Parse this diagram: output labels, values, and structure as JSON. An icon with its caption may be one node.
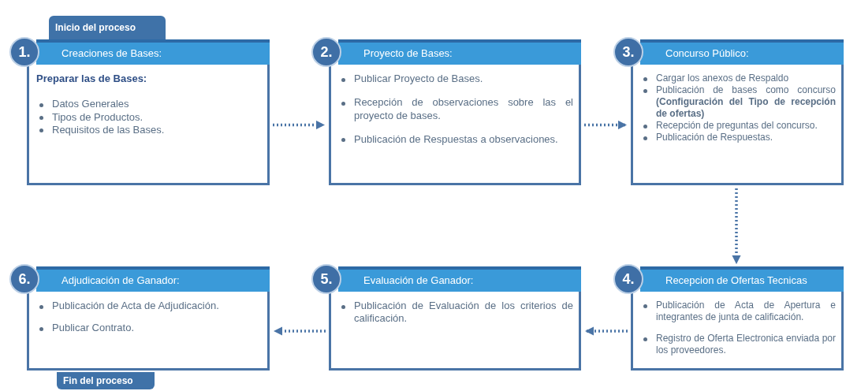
{
  "diagram": {
    "nodes": [
      {
        "text": [
          "Inicio del proceso"
        ]
      },
      {
        "text": [
          "1.",
          "Creaciones de Bases:",
          "Preparar las de Bases:",
          "Datos Generales",
          "Tipos de Productos.",
          "Requisitos de las Bases."
        ]
      },
      {
        "text": [
          "2.",
          "Proyecto de Bases:",
          "Publicar Proyecto de Bases.",
          "Recepción de observaciones sobre las el proyecto de bases.",
          "Publicación de Respuestas a observaciones."
        ]
      },
      {
        "text": [
          "3.",
          "Concurso Público:",
          "Cargar los anexos de Respaldo",
          "Publicación de bases como concurso **(Configuración del Tipo de recepción de ofertas)**",
          "Recepción de preguntas del concurso.",
          "Publicación de Respuestas."
        ]
      },
      {
        "text": [
          "4.",
          "Recepcion de Ofertas Tecnicas",
          "Publicación de Acta de Apertura e integrantes de junta de calificación.",
          "Registro de Oferta Electronica enviada por los proveedores."
        ]
      },
      {
        "text": [
          "5.",
          "Evaluación de Ganador:",
          "Publicación de Evaluación de los criterios de calificación."
        ]
      },
      {
        "text": [
          "6.",
          "Adjudicación de Ganador:",
          "Publicación de Acta de Adjudicación.",
          "Publicar Contrato."
        ]
      },
      {
        "text": [
          "Fin del proceso"
        ]
      }
    ],
    "edges": [
      {
        "from": 1,
        "to": 2,
        "arrow": "to",
        "style": "dashed"
      },
      {
        "from": 2,
        "to": 3,
        "arrow": "to",
        "style": "dashed"
      },
      {
        "from": 3,
        "to": 4,
        "arrow": "to",
        "style": "dashed"
      },
      {
        "from": 4,
        "to": 5,
        "arrow": "to",
        "style": "dashed"
      },
      {
        "from": 5,
        "to": 6,
        "arrow": "to",
        "style": "dashed"
      }
    ]
  }
}
